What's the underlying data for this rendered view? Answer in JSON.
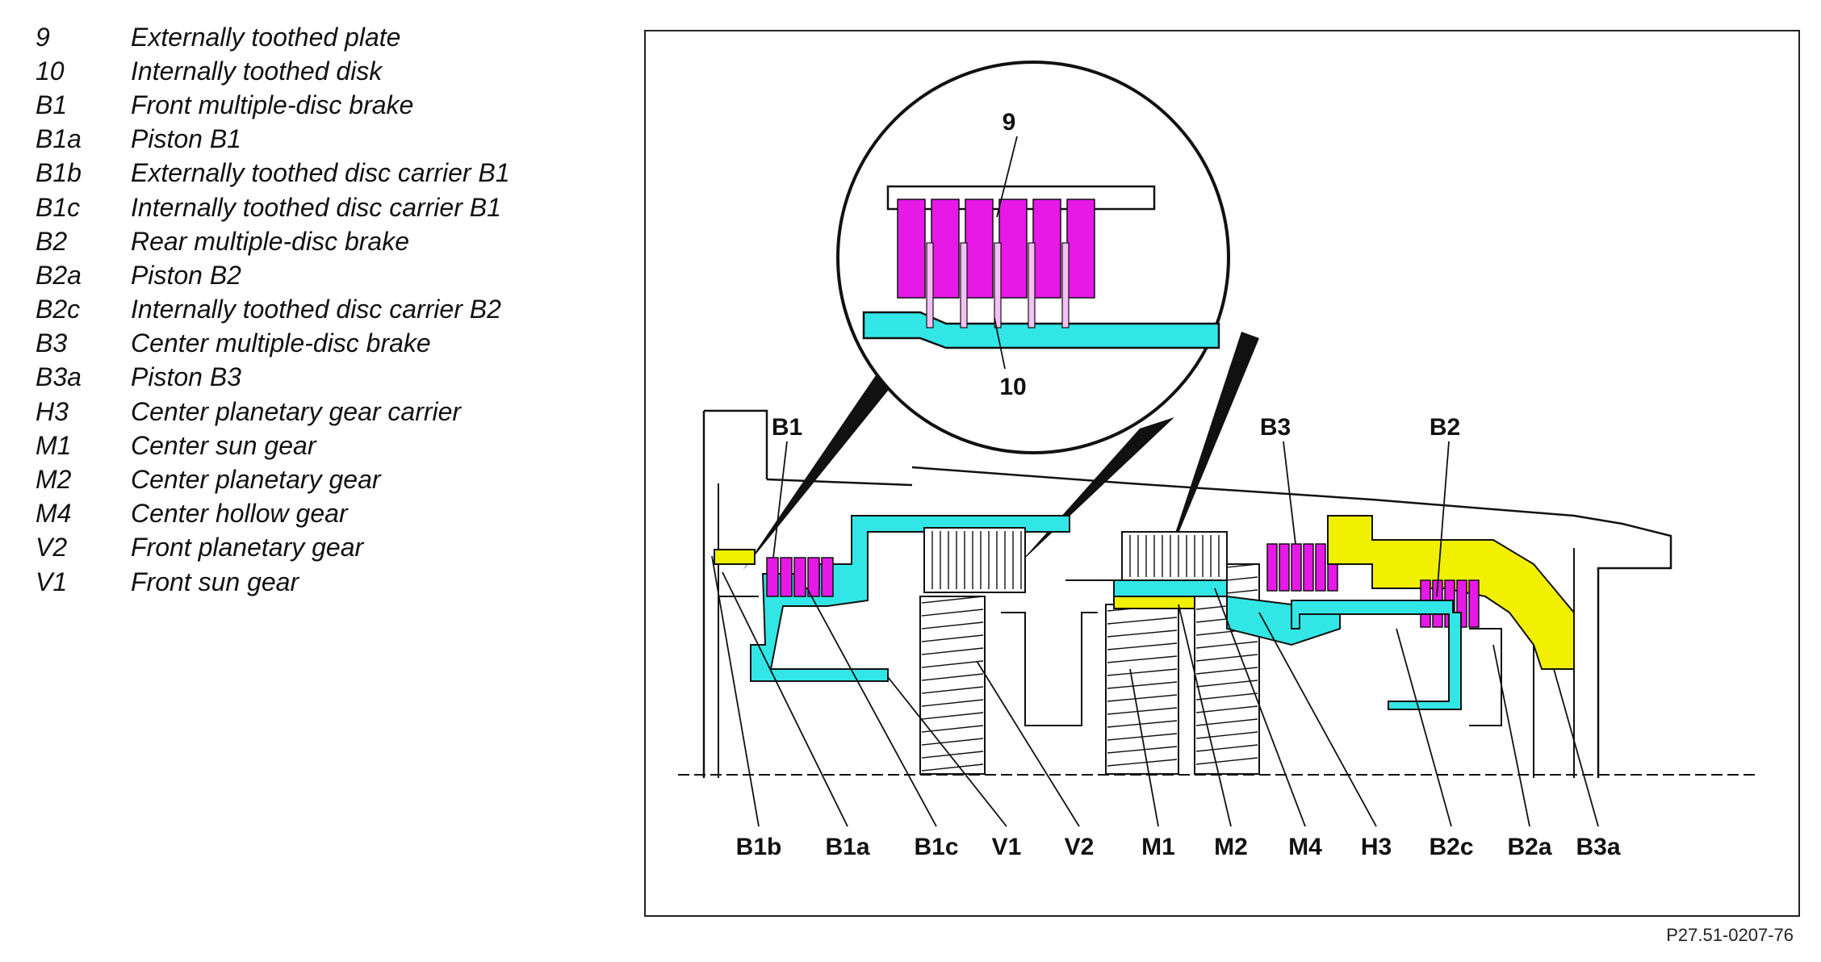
{
  "legend": [
    {
      "code": "9",
      "desc": "Externally toothed plate"
    },
    {
      "code": "10",
      "desc": "Internally toothed disk"
    },
    {
      "code": "B1",
      "desc": "Front multiple-disc brake"
    },
    {
      "code": "B1a",
      "desc": "Piston B1"
    },
    {
      "code": "B1b",
      "desc": "Externally toothed disc carrier B1"
    },
    {
      "code": "B1c",
      "desc": "Internally toothed disc carrier B1"
    },
    {
      "code": "B2",
      "desc": "Rear multiple-disc brake"
    },
    {
      "code": "B2a",
      "desc": "Piston B2"
    },
    {
      "code": "B2c",
      "desc": "Internally toothed disc carrier B2"
    },
    {
      "code": "B3",
      "desc": "Center multiple-disc brake"
    },
    {
      "code": "B3a",
      "desc": "Piston B3"
    },
    {
      "code": "H3",
      "desc": "Center planetary gear carrier"
    },
    {
      "code": "M1",
      "desc": "Center sun gear"
    },
    {
      "code": "M2",
      "desc": "Center planetary gear"
    },
    {
      "code": "M4",
      "desc": "Center hollow gear"
    },
    {
      "code": "V2",
      "desc": "Front planetary gear"
    },
    {
      "code": "V1",
      "desc": "Front sun gear"
    }
  ],
  "diagram": {
    "top_labels": {
      "b1": "B1",
      "b3": "B3",
      "b2": "B2"
    },
    "inset_labels": {
      "plate": "9",
      "disk": "10"
    },
    "bottom_labels": [
      "B1b",
      "B1a",
      "B1c",
      "V1",
      "V2",
      "M1",
      "M2",
      "M4",
      "H3",
      "B2c",
      "B2a",
      "B3a"
    ]
  },
  "figure_ref": "P27.51-0207-76",
  "colors": {
    "brake_disc": "#e619e6",
    "carrier": "#33e6e6",
    "piston": "#f0f000",
    "line": "#111111",
    "gear_fill": "#ffffff"
  }
}
